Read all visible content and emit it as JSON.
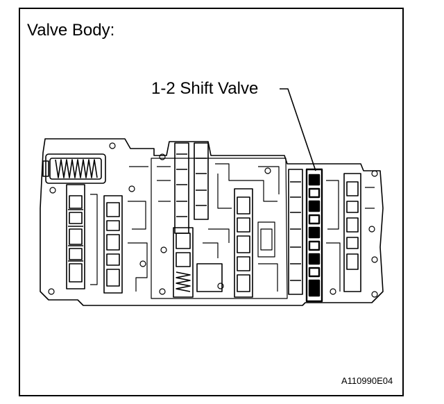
{
  "diagram": {
    "title": "Valve Body:",
    "callout_label": "1-2 Shift Valve",
    "figure_id": "A110990E04"
  }
}
